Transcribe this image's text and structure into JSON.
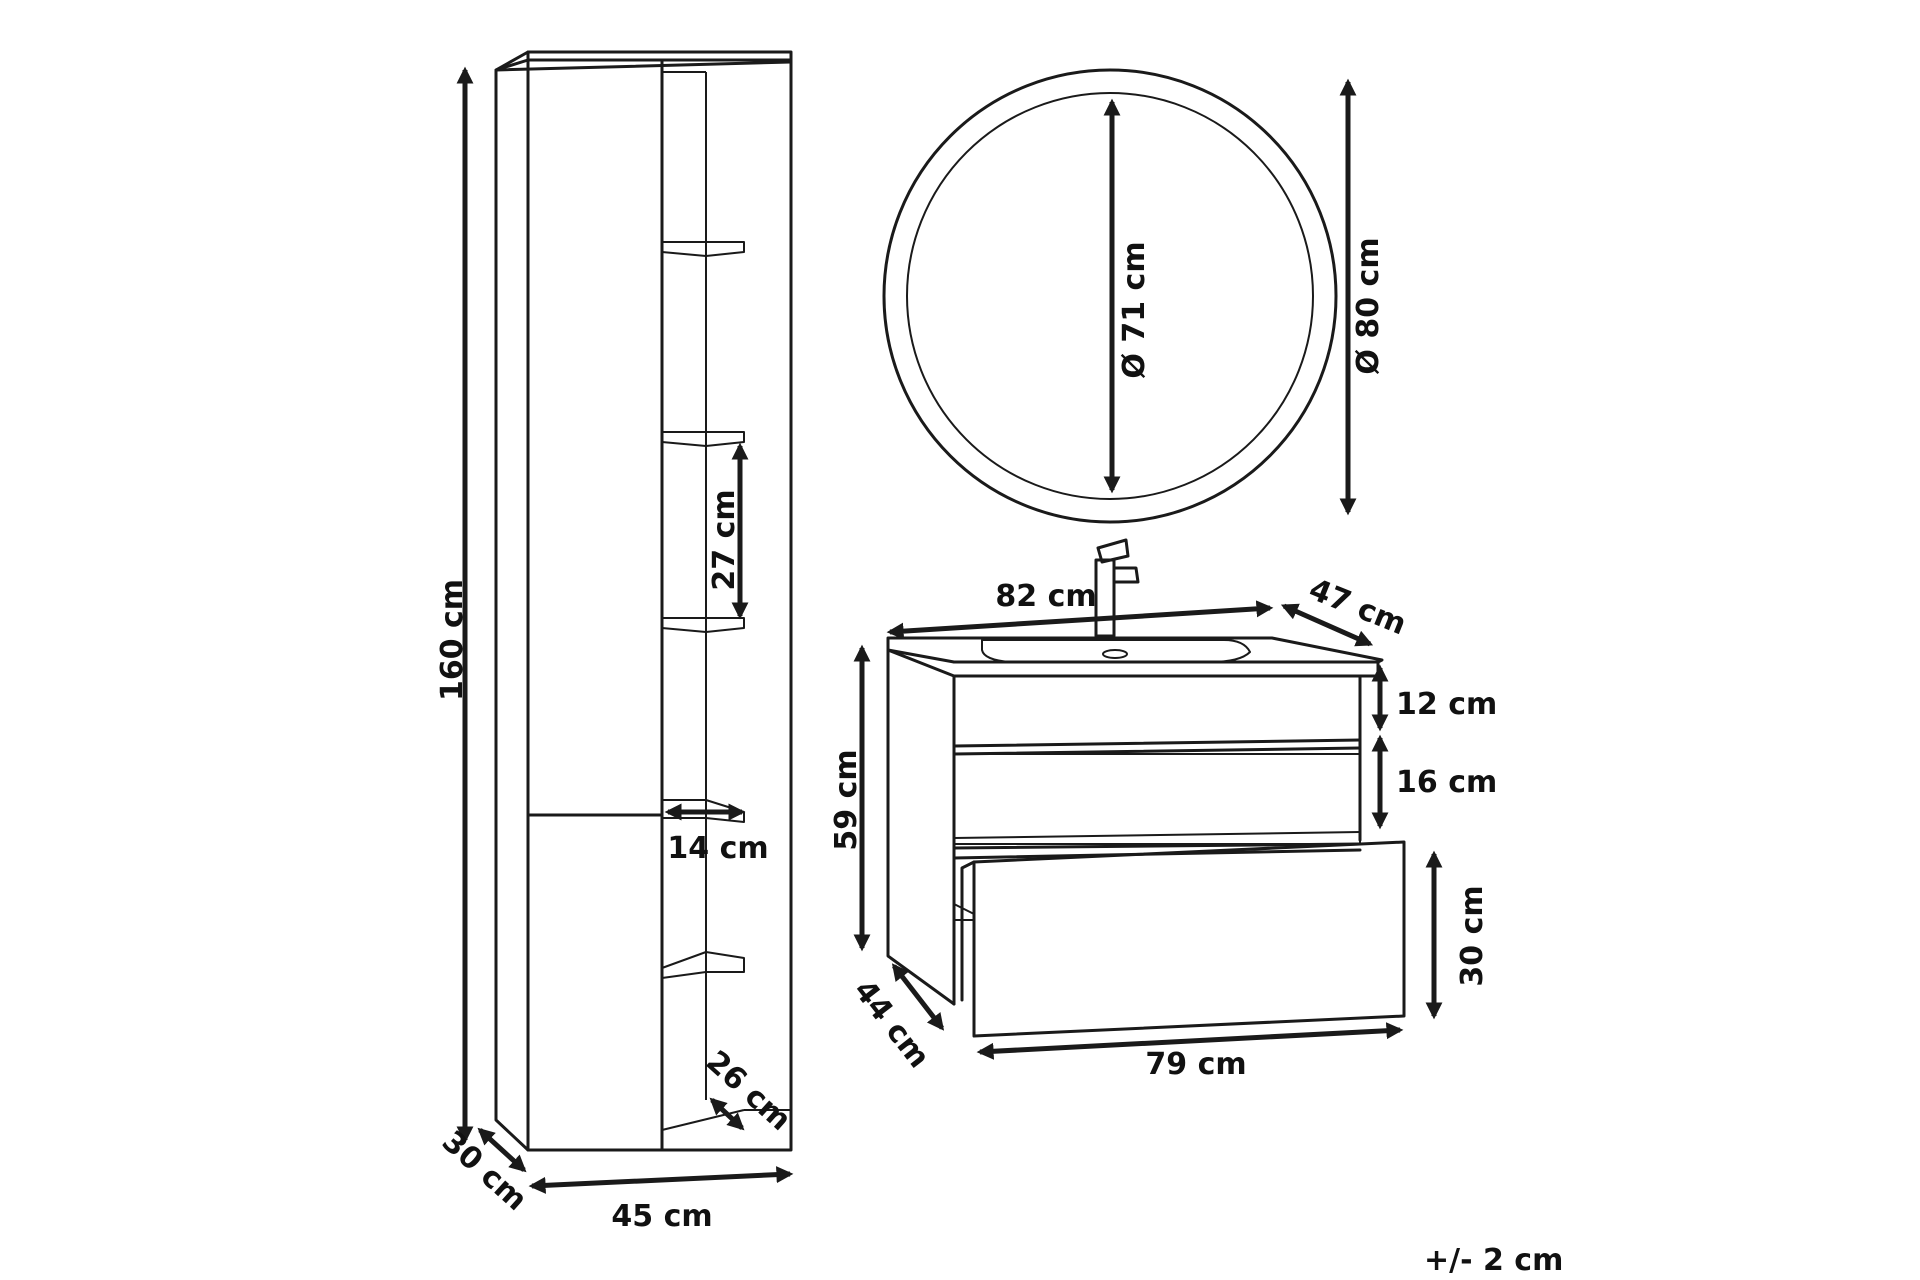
{
  "dimensions": {
    "cabinet_height": "160 cm",
    "cabinet_depth": "30 cm",
    "cabinet_width": "45 cm",
    "shelf_spacing": "27 cm",
    "shelf_width": "14 cm",
    "shelf_depth": "26 cm",
    "mirror_inner": "Ø 71 cm",
    "mirror_outer": "Ø 80 cm",
    "vanity_top_width": "82 cm",
    "vanity_top_depth": "47 cm",
    "vanity_height": "59 cm",
    "vanity_depth": "44 cm",
    "vanity_drawer_width": "79 cm",
    "basin_section": "12 cm",
    "open_shelf": "16 cm",
    "drawer_height": "30 cm"
  },
  "tolerance": "+/- 2 cm"
}
